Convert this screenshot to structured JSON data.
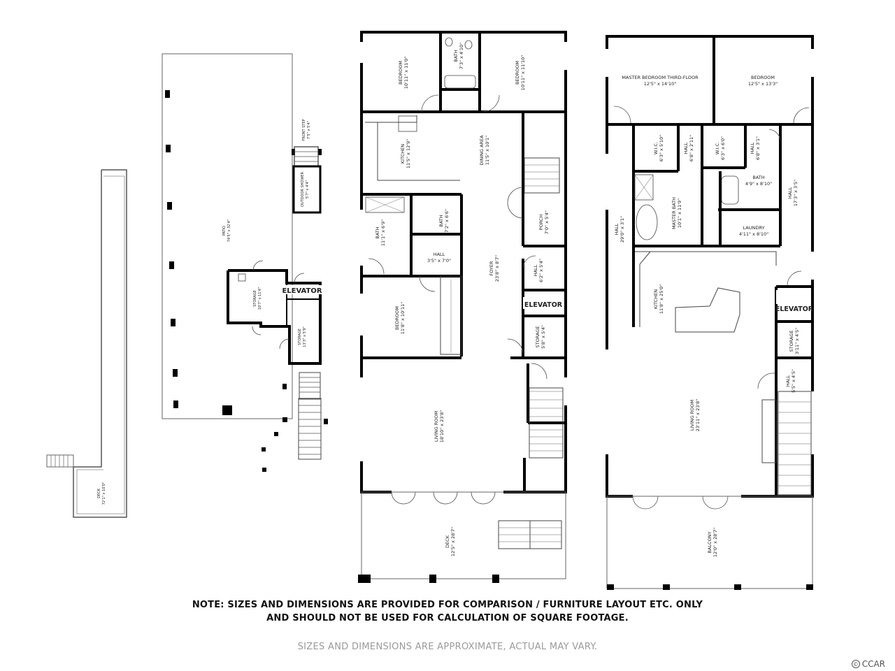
{
  "elevator_label": "ELEVATOR",
  "rooms": {
    "deck_left": {
      "name": "DECK",
      "dim": "72'1\" x 10'0\""
    },
    "patio": {
      "name": "PATIO",
      "dim": "74'5\" x 32'4\""
    },
    "front_step": {
      "name": "FRONT STEP",
      "dim": "7'5\" x 5'4\""
    },
    "outdoor_shower": {
      "name": "OUTDOOR SHOWER",
      "dim": "5'7\" x 4'4\""
    },
    "storage_a": {
      "name": "STORAGE",
      "dim": "10'7\" x 11'4\""
    },
    "storage_b": {
      "name": "STORAGE",
      "dim": "13'3\" x 5'9\""
    },
    "bedroom_f2_a": {
      "name": "BEDROOM",
      "dim": "10'11\" x 11'0\""
    },
    "bath_f2_top": {
      "name": "BATH",
      "dim": "7'3\" x 4'10\""
    },
    "bedroom_f2_b": {
      "name": "BEDROOM",
      "dim": "10'11\" x 11'10\""
    },
    "kitchen_f2": {
      "name": "KITCHEN",
      "dim": "11'5\" x 12'9\""
    },
    "dining_f2": {
      "name": "DINING AREA",
      "dim": "11'5\" x 10'1\""
    },
    "bath_f2_a": {
      "name": "BATH",
      "dim": "11'1\" x 6'9\""
    },
    "bath_f2_b": {
      "name": "BATH",
      "dim": "7'2\" x 6'6\""
    },
    "hall_f2_a": {
      "name": "HALL",
      "dim": "3'5\" x 7'0\""
    },
    "porch_f2": {
      "name": "PORCH",
      "dim": "7'0\" x 5'4\""
    },
    "foyer_f2": {
      "name": "FOYER",
      "dim": "23'8\" x 8'7\""
    },
    "hall_f2_b": {
      "name": "HALL",
      "dim": "6'2\" x 5'4\""
    },
    "bedroom_f2_c": {
      "name": "BEDROOM",
      "dim": "11'8\" x 10'11\""
    },
    "storage_f2": {
      "name": "STORAGE",
      "dim": "5'8\" x 5'4\""
    },
    "living_f2": {
      "name": "LIVING ROOM",
      "dim": "18'10\" x 23'8\""
    },
    "deck_f2": {
      "name": "DECK",
      "dim": "12'5\" x 28'7\""
    },
    "master_f3": {
      "name": "MASTER BEDROOM THIRD-FLOOR",
      "dim": "12'5\" x 14'10\""
    },
    "bedroom_f3": {
      "name": "BEDROOM",
      "dim": "12'5\" x 13'3\""
    },
    "wic_f3_a": {
      "name": "W.I.C.",
      "dim": "6'3\" x 5'10\""
    },
    "hall_f3_a": {
      "name": "HALL",
      "dim": "6'8\" x 2'11\""
    },
    "wic_f3_b": {
      "name": "W.I.C.",
      "dim": "6'3\" x 6'0\""
    },
    "hall_f3_b": {
      "name": "HALL",
      "dim": "6'8\" x 3'1\""
    },
    "bath_f3": {
      "name": "BATH",
      "dim": "4'9\" x 8'10\""
    },
    "hall_f3_c": {
      "name": "HALL",
      "dim": "17'3\" x 3'5\""
    },
    "master_bath_f3": {
      "name": "MASTER BATH",
      "dim": "10'1\" x 11'9\""
    },
    "hall_f3_d": {
      "name": "HALL",
      "dim": "29'0\" x 3'1\""
    },
    "laundry_f3": {
      "name": "LAUNDRY",
      "dim": "4'11\" x 8'10\""
    },
    "kitchen_f3": {
      "name": "KITCHEN",
      "dim": "11'8\" x 25'0\""
    },
    "storage_f3": {
      "name": "STORAGE",
      "dim": "3'11\" x 4'5\""
    },
    "hall_f3_e": {
      "name": "HALL",
      "dim": "5'5\" x 4'5\""
    },
    "living_f3": {
      "name": "LIVING ROOM",
      "dim": "23'11\" x 23'8\""
    },
    "balcony_f3": {
      "name": "BALCONY",
      "dim": "12'0\" x 28'7\""
    }
  },
  "note_line1": "NOTE:  SIZES AND DIMENSIONS ARE PROVIDED FOR COMPARISON / FURNITURE LAYOUT ETC. ONLY",
  "note_line2": "AND SHOULD NOT BE USED FOR CALCULATION OF SQUARE FOOTAGE.",
  "disclaimer": "SIZES AND DIMENSIONS ARE APPROXIMATE, ACTUAL MAY VARY.",
  "badge_symbol": "©",
  "badge_text": "CCAR"
}
